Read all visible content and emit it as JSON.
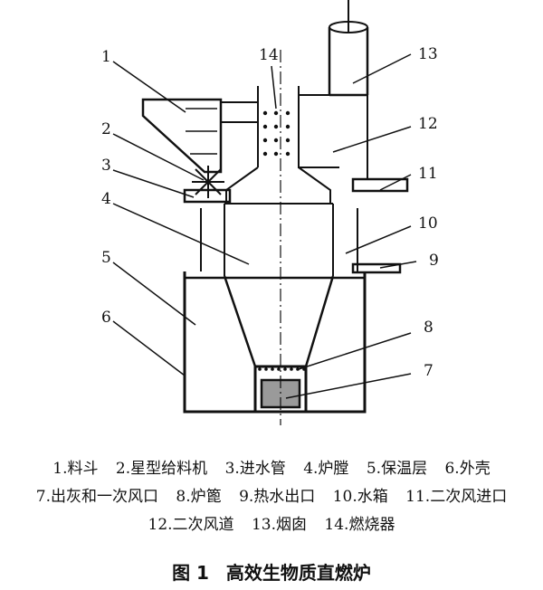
{
  "callouts": [
    "1",
    "2",
    "3",
    "4",
    "5",
    "6",
    "7",
    "8",
    "9",
    "10",
    "11",
    "12",
    "13",
    "14"
  ],
  "legend": {
    "row1": [
      "1.料斗",
      "2.星型给料机",
      "3.进水管",
      "4.炉膛",
      "5.保温层",
      "6.外壳"
    ],
    "row2": [
      "7.出灰和一次风口",
      "8.炉篦",
      "9.热水出口",
      "10.水箱",
      "11.二次风进口"
    ],
    "row3": [
      "12.二次风道",
      "13.烟囱",
      "14.燃烧器"
    ]
  },
  "caption": {
    "number": "图 1",
    "title": "高效生物质直燃炉"
  },
  "colors": {
    "ink": "#111111",
    "grate_fill": "#9a9a9a",
    "background": "#ffffff"
  }
}
